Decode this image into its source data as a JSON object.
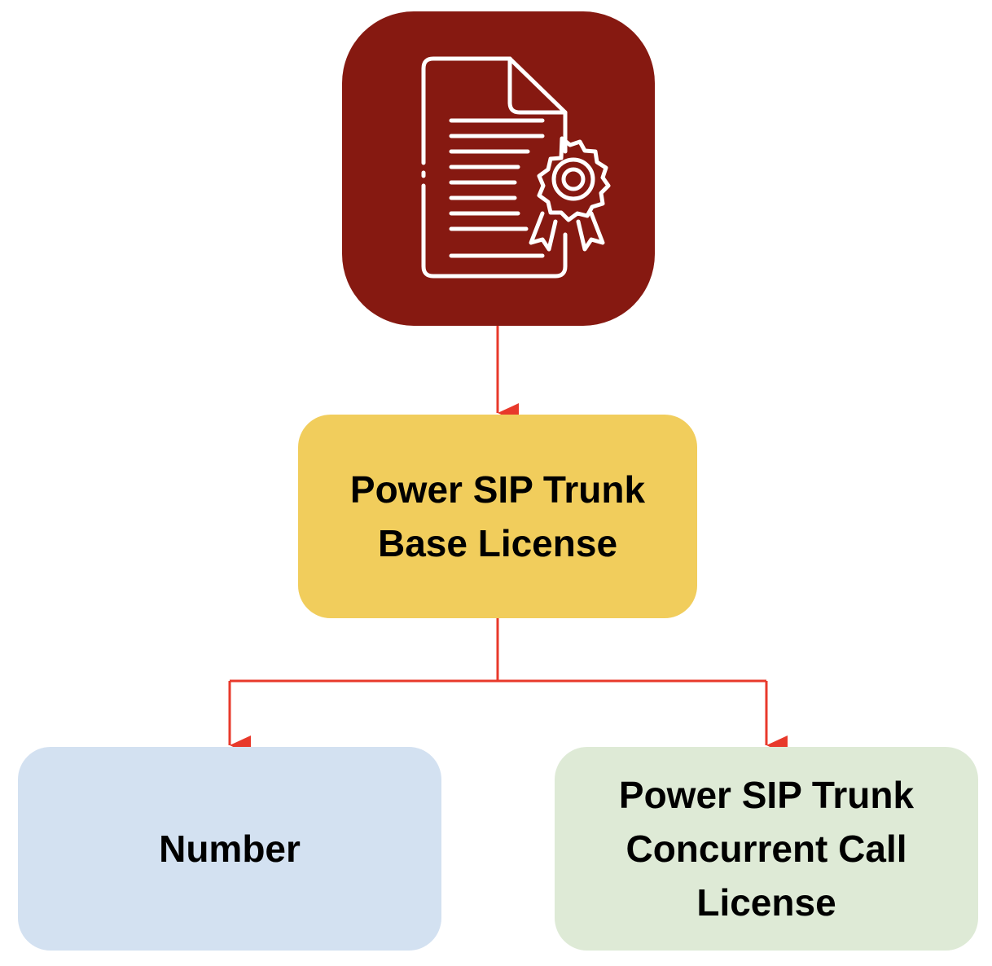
{
  "diagram": {
    "root": {
      "icon": "certificate-document-icon",
      "color": "#861911"
    },
    "base_license": {
      "label": "Power SIP Trunk Base License",
      "color": "#f1cd5c"
    },
    "children": [
      {
        "label": "Number",
        "color": "#d3e1f1"
      },
      {
        "label": "Power SIP Trunk Concurrent Call License",
        "color": "#deead6"
      }
    ],
    "connector_color": "#e8392b"
  }
}
